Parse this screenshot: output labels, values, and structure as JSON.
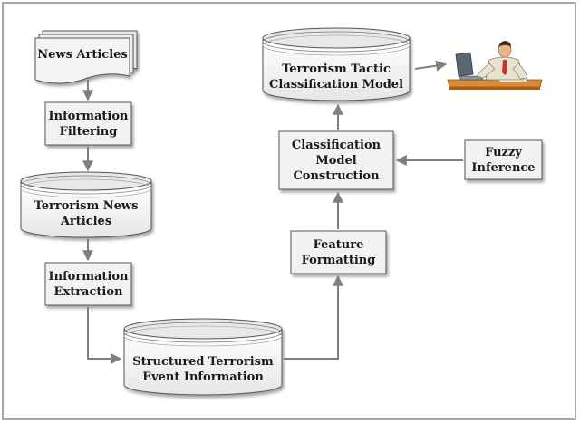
{
  "diagram": {
    "nodes": {
      "news_articles": {
        "label": "News Articles"
      },
      "information_filtering": {
        "line1": "Information",
        "line2": "Filtering"
      },
      "terrorism_news_articles": {
        "line1": "Terrorism News",
        "line2": "Articles"
      },
      "information_extraction": {
        "line1": "Information",
        "line2": "Extraction"
      },
      "structured_event_info": {
        "line1": "Structured Terrorism",
        "line2": "Event Information"
      },
      "feature_formatting": {
        "line1": "Feature",
        "line2": "Formatting"
      },
      "classification_model_construction": {
        "line1": "Classification",
        "line2": "Model",
        "line3": "Construction"
      },
      "fuzzy_inference": {
        "line1": "Fuzzy",
        "line2": "Inference"
      },
      "tactic_classification_model": {
        "line1": "Terrorism Tactic",
        "line2": "Classification Model"
      }
    },
    "edges": [
      {
        "from": "news_articles",
        "to": "information_filtering"
      },
      {
        "from": "information_filtering",
        "to": "terrorism_news_articles"
      },
      {
        "from": "terrorism_news_articles",
        "to": "information_extraction"
      },
      {
        "from": "information_extraction",
        "to": "structured_event_info"
      },
      {
        "from": "structured_event_info",
        "to": "feature_formatting"
      },
      {
        "from": "feature_formatting",
        "to": "classification_model_construction"
      },
      {
        "from": "fuzzy_inference",
        "to": "classification_model_construction"
      },
      {
        "from": "classification_model_construction",
        "to": "tactic_classification_model"
      },
      {
        "from": "tactic_classification_model",
        "to": "user_illustration"
      }
    ],
    "colors": {
      "box_fill": "#f2f2f2",
      "box_stroke": "#555555",
      "arrow": "#7f7f7f",
      "frame": "#8a8a8a"
    },
    "illustration": "person-at-laptop-icon"
  }
}
